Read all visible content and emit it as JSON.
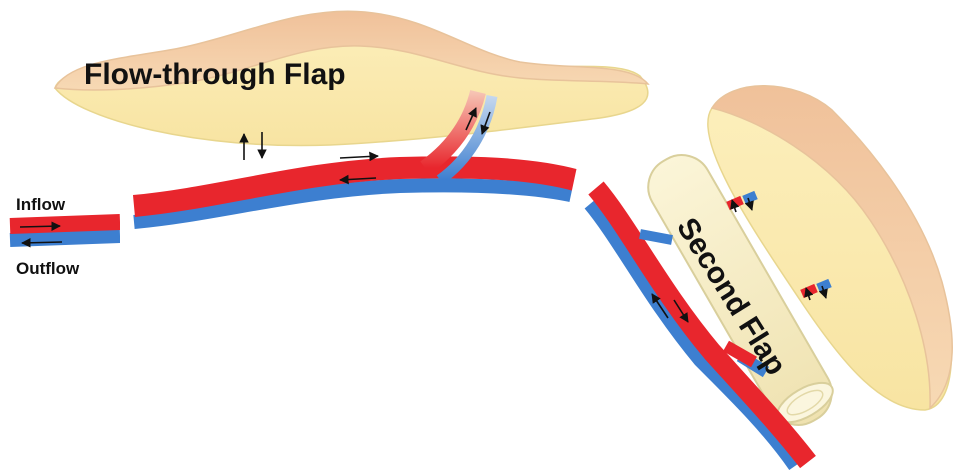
{
  "labels": {
    "flap_title": "Flow-through Flap",
    "inflow": "Inflow",
    "outflow": "Outflow",
    "second_flap": "Second Flap"
  },
  "colors": {
    "artery": "#e8262d",
    "vein": "#3d7fd0",
    "flap_skin": "#f2c9a3",
    "flap_fat": "#fbeeb0",
    "tube_fill": "#f7efc8",
    "tube_edge": "#d9cf9c",
    "arrow": "#111111"
  }
}
